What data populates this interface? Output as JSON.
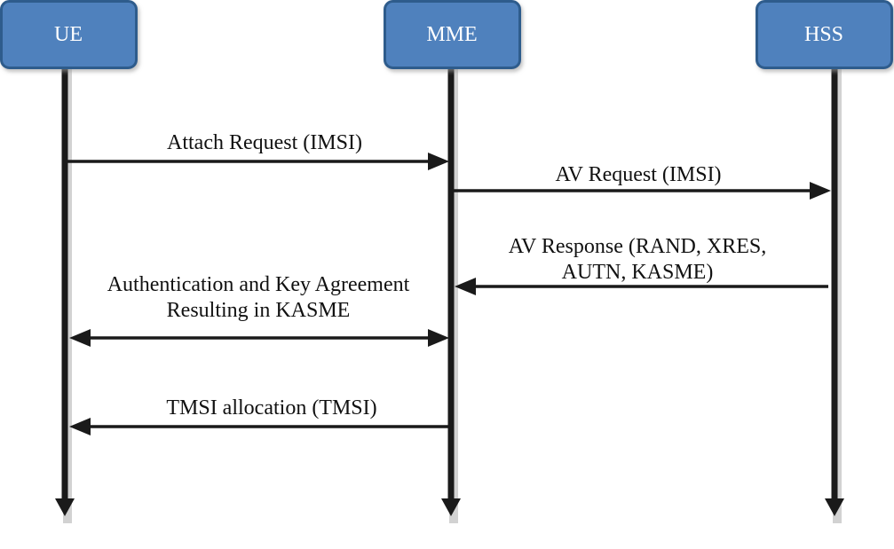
{
  "entities": {
    "ue": "UE",
    "mme": "MME",
    "hss": "HSS"
  },
  "messages": {
    "attach_request": "Attach Request (IMSI)",
    "av_request": "AV Request (IMSI)",
    "av_response_line1": "AV Response (RAND, XRES,",
    "av_response_line2": "AUTN, KASME)",
    "aka_line1": "Authentication and Key Agreement",
    "aka_line2": "Resulting in KASME",
    "tmsi_allocation": "TMSI allocation (TMSI)"
  },
  "colors": {
    "entity_fill": "#4f81bd",
    "entity_border": "#2f5b8c",
    "line": "#1a1a1a"
  }
}
